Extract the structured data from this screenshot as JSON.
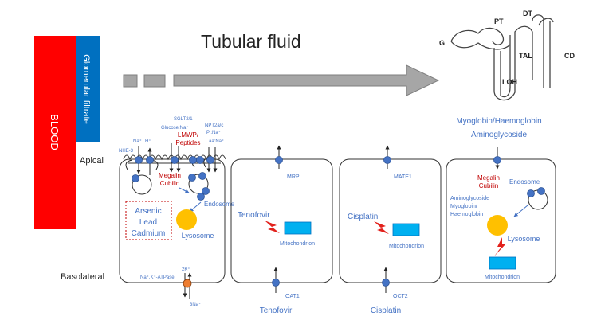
{
  "header": {
    "title": "Tubular fluid",
    "blood_label": "BLOOD",
    "filtrate_label": "Glomerular filtrate"
  },
  "nephron": {
    "g": "G",
    "pt": "PT",
    "dt": "DT",
    "tal": "TAL",
    "cd": "CD",
    "loh": "LOH"
  },
  "side_labels": {
    "apical": "Apical",
    "basolateral": "Basolateral"
  },
  "cell1": {
    "na": "Na⁺",
    "h": "H⁺",
    "nhe3": "NHE-3",
    "sglt": "SGLT2/1",
    "glucose": "Glucose:Na⁺",
    "lmwp1": "LMWP/",
    "lmwp2": "Peptides",
    "npt1": "NPT2a/c",
    "npt2": "Pi:Na⁺",
    "aa": "aa:Na⁺",
    "megalin": "Megalin",
    "cubilin": "Cubilin",
    "endosome": "Endosome",
    "metals": [
      "Arsenic",
      "Lead",
      "Cadmium"
    ],
    "lysosome": "Lysosome",
    "atpase": "Na⁺,K⁺-ATPase",
    "k": "2K⁺",
    "na3": "3Na⁺"
  },
  "cell2": {
    "transporter_top": "MRP",
    "drug": "Tenofovir",
    "mito": "Mitochondrion",
    "transporter_bottom": "OAT1",
    "below": "Tenofovir"
  },
  "cell3": {
    "transporter_top": "MATE1",
    "drug": "Cisplatin",
    "mito": "Mitochondrion",
    "transporter_bottom": "OCT2",
    "below": "Cisplatin"
  },
  "cell4": {
    "above1": "Myoglobin/Haemoglobin",
    "above2": "Aminoglycoside",
    "megalin": "Megalin",
    "cubilin": "Cubilin",
    "endosome": "Endosome",
    "cargo": [
      "Aminoglycoside",
      "Myoglobin/",
      "Haemoglobin"
    ],
    "lysosome": "Lysosome",
    "mito": "Mitochondrion"
  },
  "colors": {
    "blood": "#ff0000",
    "filtrate": "#0070c0",
    "transporter": "#4472c4",
    "lysosome": "#ffc000",
    "mito": "#00b0f0",
    "label_blue": "#4472c4",
    "label_red": "#c00000",
    "atpase": "#ed7d31"
  }
}
